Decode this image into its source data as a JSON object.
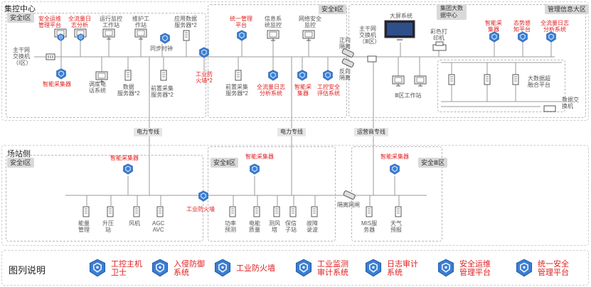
{
  "regions": {
    "control_center": "集控中心",
    "station_side": "场站侧",
    "legend": "图列说明"
  },
  "zones": {
    "sec1_top": "安全Ⅰ区",
    "sec2_top": "安全Ⅱ区",
    "group_bigdata": "集团大数\n据中心",
    "mgmt_info": "管理信息大区",
    "sec1_bottom": "安全Ⅰ区",
    "sec2_bottom": "安全Ⅱ区",
    "sec3_bottom": "安全Ⅲ区"
  },
  "channels": {
    "power1": "电力专线",
    "power2": "电力专线",
    "carrier": "运营商专线"
  },
  "top_left": {
    "switch": "主干网\n交换机\n（Ⅰ区）",
    "red": [
      "安全运维\n管理平台",
      "全流量日\n志分析"
    ],
    "gray": [
      "运行监控\n工作站",
      "维护工\n作站",
      "应用数据\n服务器*2"
    ],
    "collector": "智能采集器",
    "phone": "调度电\n话系统",
    "dataserver": "数据\n服务器*2",
    "timesync": "同步时钟",
    "preacq": "前置采集\n服务器*2",
    "firewall": "工业防\n火墙*2"
  },
  "top_mid": {
    "red_top": "统一管理\n平台",
    "gray_top": [
      "信息系\n统监控",
      "网络安全\n监控"
    ],
    "preacq": "前置采集\n服务器*2",
    "red_bottom": [
      "全流量日志\n分析系统",
      "智能采\n集器",
      "工控安全\n评估系统"
    ],
    "forward": "正向\n隔离",
    "reverse": "反向\n隔离"
  },
  "top_right": {
    "switch": "主干网\n交换机\n（Ⅲ区）",
    "screen": "大屏系统",
    "printer": "彩色打\n印机",
    "red": [
      "智能采\n集器",
      "态势感\n知平台",
      "全流量日志\n分析系统"
    ],
    "workstation": "Ⅲ区工作站",
    "bigdata_platform": "大数据超\n融合平台",
    "data_switch": "数据交\n换机"
  },
  "bottom": {
    "collector1": "智能采集器",
    "collector2": "智能采集器",
    "collector3": "智能采集器",
    "firewall": "工业防火墙",
    "isolation": "隔离网闸",
    "sec1_items": [
      "能量\n管理",
      "升压\n站",
      "风机",
      "AGC\nAVC"
    ],
    "sec2_items": [
      "功率\n预测",
      "电能\n质量",
      "测风\n塔",
      "保信\n子站",
      "故障\n录波"
    ],
    "sec3_items": [
      "MIS服\n务器",
      "天气\n预报"
    ]
  },
  "legend_items": [
    {
      "icon": "host-guard-icon",
      "label": "工控主机\n卫士"
    },
    {
      "icon": "intrusion-icon",
      "label": "入侵防御\n系统"
    },
    {
      "icon": "firewall-icon",
      "label": "工业防火墙"
    },
    {
      "icon": "monitor-audit-icon",
      "label": "工业监测\n审计系统"
    },
    {
      "icon": "log-audit-icon",
      "label": "日志审计\n系统"
    },
    {
      "icon": "ops-platform-icon",
      "label": "安全运维\n管理平台"
    },
    {
      "icon": "unified-platform-icon",
      "label": "统一安全\n管理平台"
    }
  ],
  "colors": {
    "accent_red": "#e02020",
    "shield_blue": "#3b7fd4",
    "line_gray": "#9a9a9a"
  }
}
